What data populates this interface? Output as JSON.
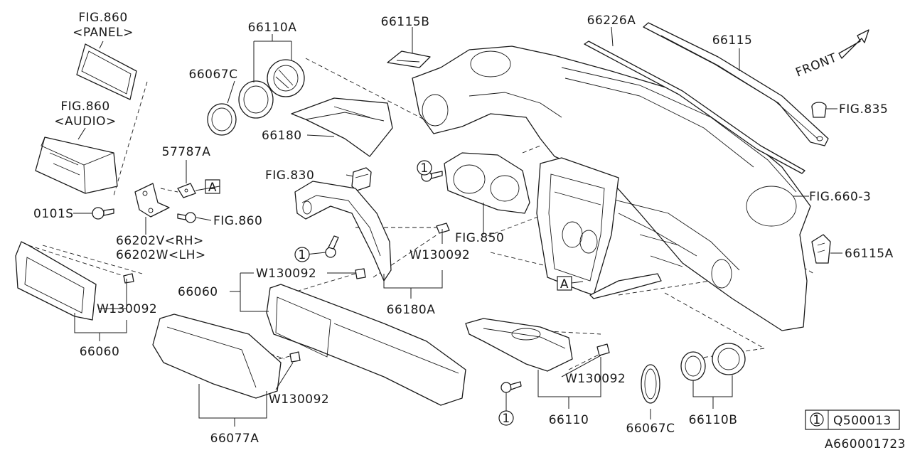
{
  "diagram": {
    "catalog_code": "A660001723",
    "legend": {
      "symbol": "1",
      "part": "Q500013"
    },
    "front_label": "FRONT",
    "ref_marker": "A",
    "callouts": {
      "fig860_panel_ref": "FIG.860",
      "fig860_panel_sub": "<PANEL>",
      "fig860_audio_ref": "FIG.860",
      "fig860_audio_sub": "<AUDIO>",
      "p57787a": "57787A",
      "p0101s": "0101S",
      "fig860_screw": "FIG.860",
      "p66202v": "66202V<RH>",
      "p66202w": "66202W<LH>",
      "p66110a": "66110A",
      "p66067c_top": "66067C",
      "p66180": "66180",
      "p66115b": "66115B",
      "p66226a": "66226A",
      "p66115": "66115",
      "fig835": "FIG.835",
      "fig830": "FIG.830",
      "fig850": "FIG.850",
      "fig660_3": "FIG.660-3",
      "p66115a": "66115A",
      "w130092_a": "W130092",
      "w130092_b": "W130092",
      "w130092_c": "W130092",
      "w130092_d": "W130092",
      "w130092_e": "W130092",
      "p66180a": "66180A",
      "p66060_left": "66060",
      "p66060_mid": "66060",
      "p66077a": "66077A",
      "p66110": "66110",
      "p66067c_bottom": "66067C",
      "p66110b": "66110B",
      "circle_1a": "1",
      "circle_1b": "1",
      "circle_1c": "1"
    }
  }
}
